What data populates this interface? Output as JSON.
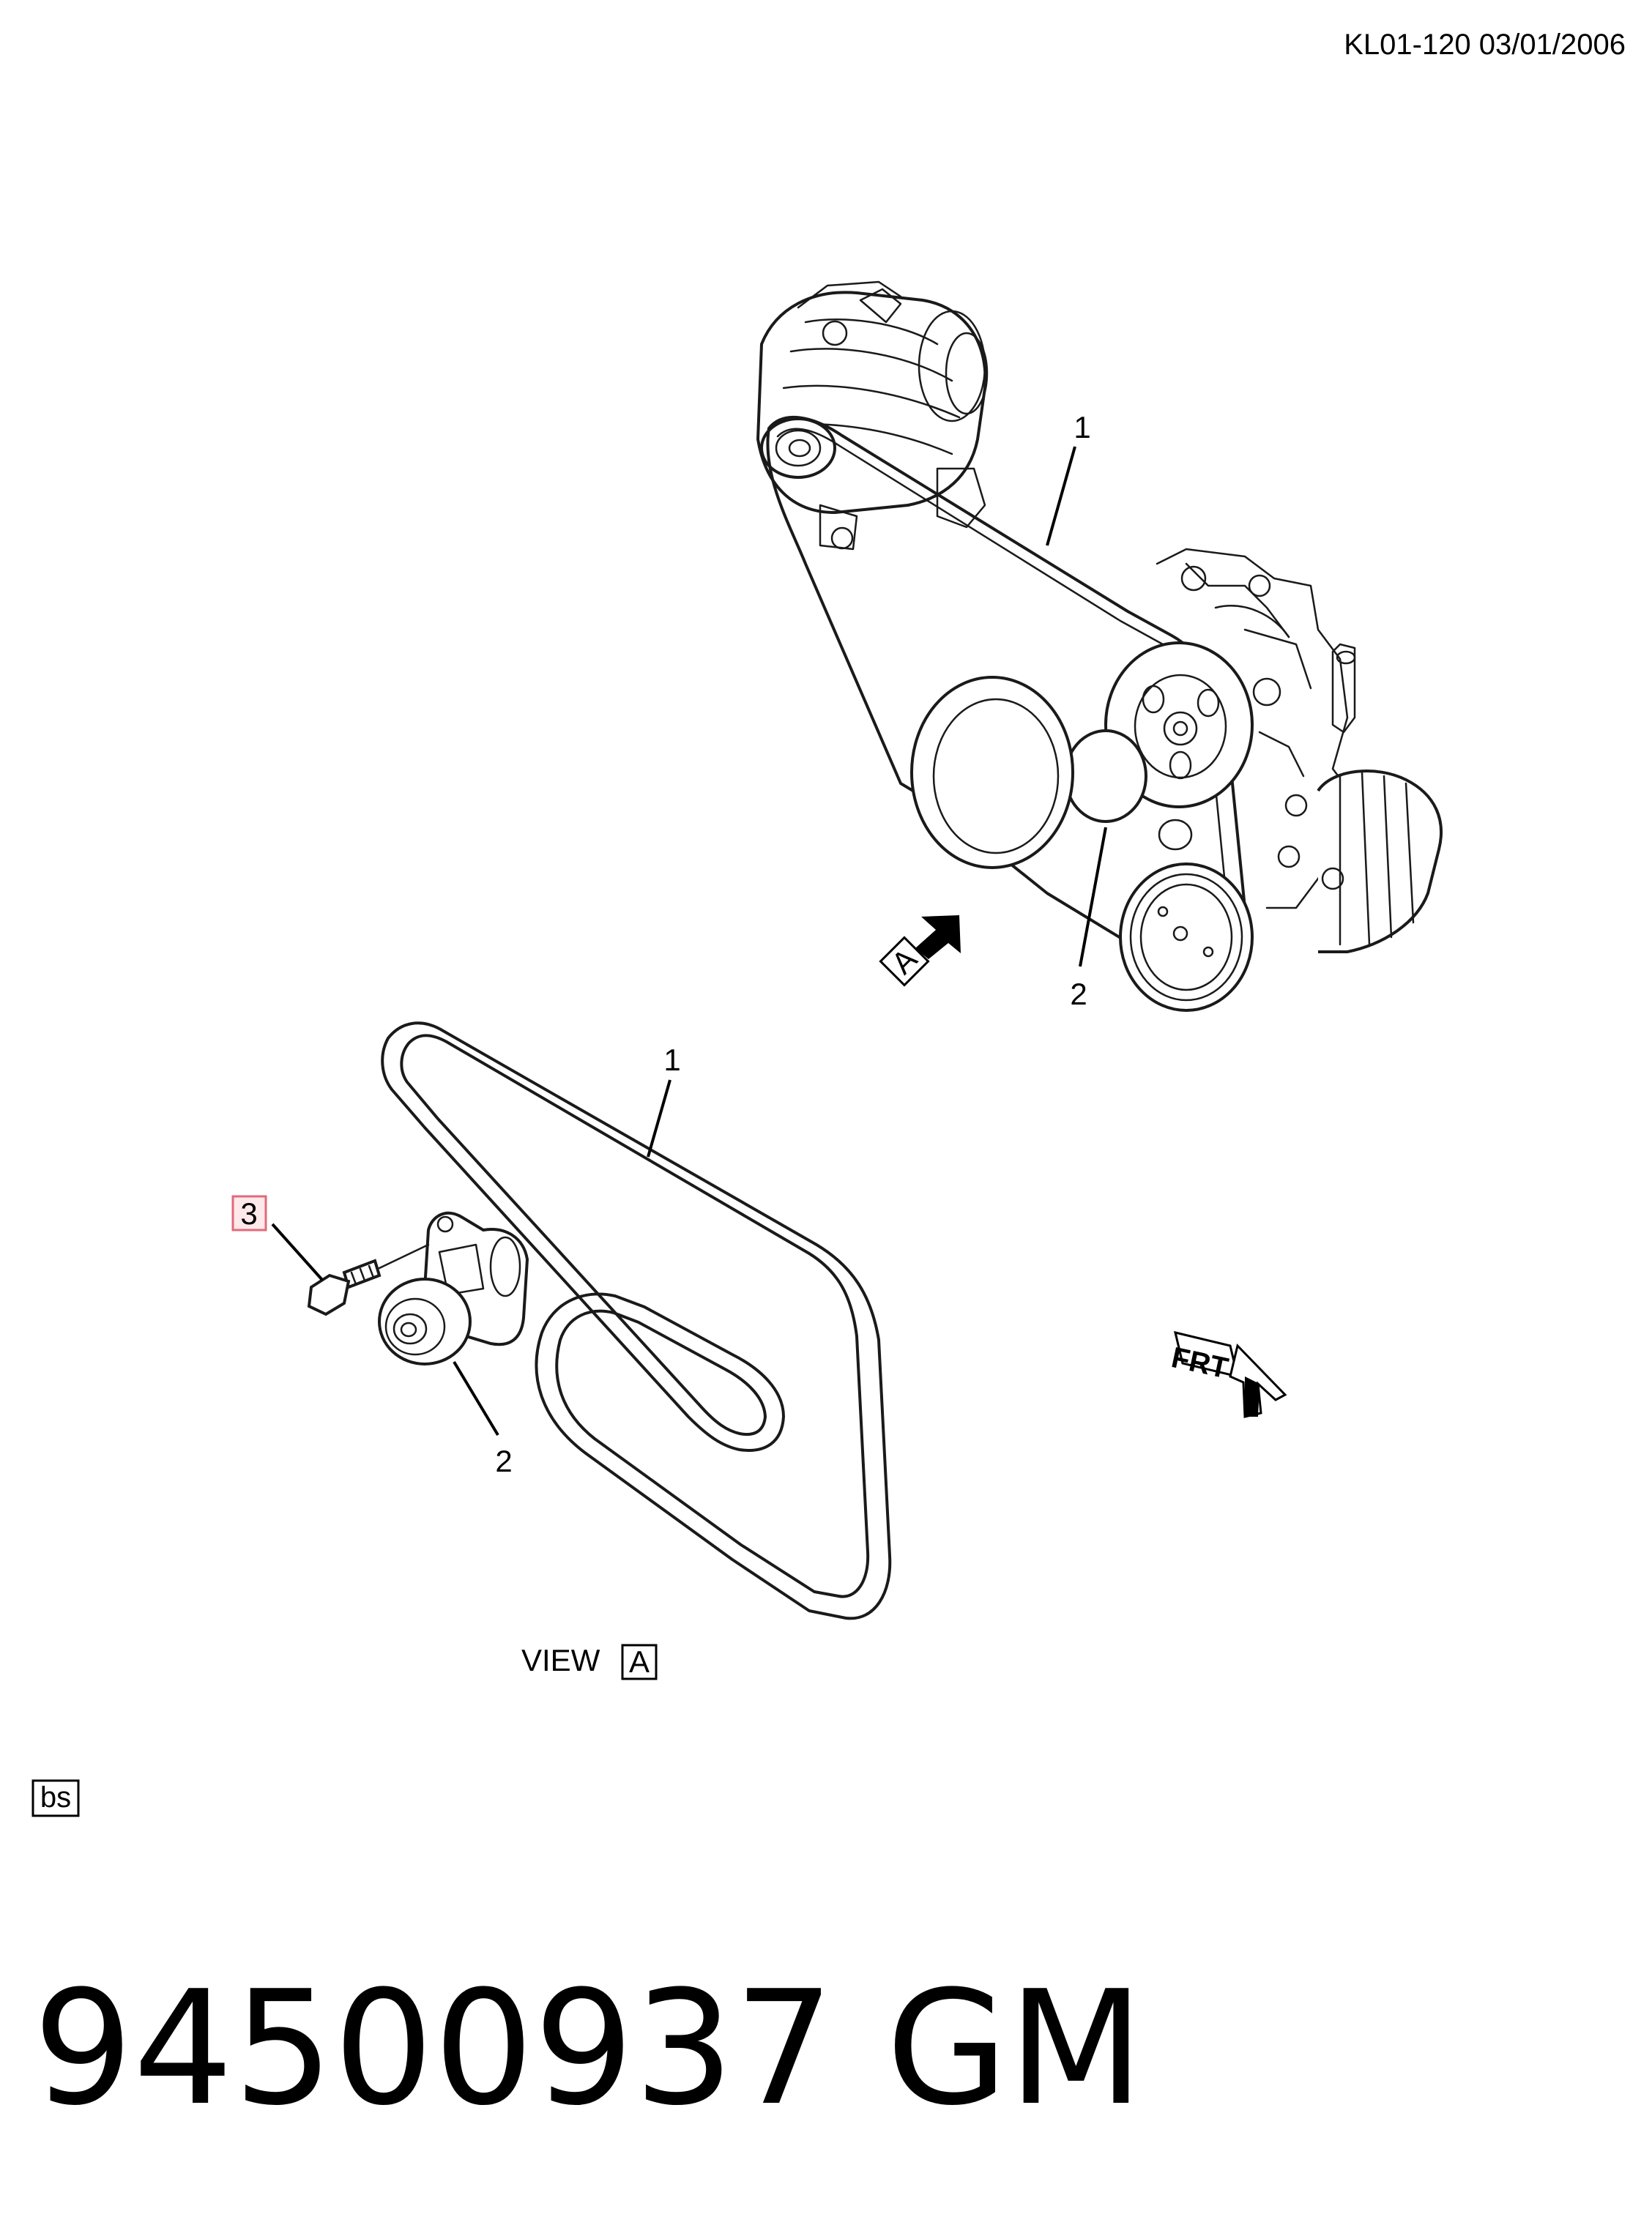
{
  "header": {
    "code": "KL01-120  03/01/2006"
  },
  "callouts": {
    "belt_top": "1",
    "tensioner_top": "2",
    "belt_view": "1",
    "tensioner_view": "2",
    "bolt": "3"
  },
  "view_marker": {
    "arrow_letter": "A",
    "view_label": "VIEW",
    "view_letter": "A"
  },
  "front_indicator": "FRT",
  "corner_tag": "bs",
  "footer": {
    "part_number": "94500937",
    "brand": "GM"
  },
  "colors": {
    "highlight_box": "#e06a7a",
    "highlight_fill": "#fde8ea",
    "line": "#1a1a1a"
  }
}
